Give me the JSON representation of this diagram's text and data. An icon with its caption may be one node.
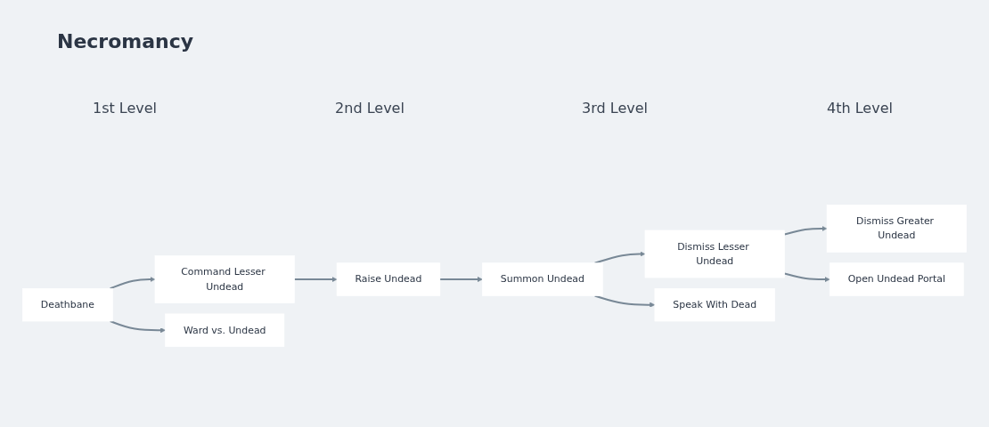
{
  "diagram": {
    "title": "Necromancy",
    "nodes": [
      {
        "text": [
          "Deathbane"
        ]
      },
      {
        "text": [
          "Command Lesser Undead"
        ]
      },
      {
        "text": [
          "Ward vs. Undead"
        ]
      },
      {
        "text": [
          "Raise Undead"
        ]
      },
      {
        "text": [
          "Summon Undead"
        ]
      },
      {
        "text": [
          "Dismiss Lesser Undead"
        ]
      },
      {
        "text": [
          "Speak With Dead"
        ]
      },
      {
        "text": [
          "Dismiss Greater Undead"
        ]
      },
      {
        "text": [
          "Open Undead Portal"
        ]
      }
    ],
    "edges": [
      {
        "from": 0,
        "to": 1,
        "arrow": "to"
      },
      {
        "from": 0,
        "to": 2,
        "arrow": "to"
      },
      {
        "from": 1,
        "to": 3,
        "arrow": "to"
      },
      {
        "from": 3,
        "to": 4,
        "arrow": "to"
      },
      {
        "from": 4,
        "to": 5,
        "arrow": "to"
      },
      {
        "from": 4,
        "to": 6,
        "arrow": "to"
      },
      {
        "from": 5,
        "to": 7,
        "arrow": "to"
      },
      {
        "from": 5,
        "to": 8,
        "arrow": "to"
      }
    ],
    "labels": [
      "1st Level",
      "2nd Level",
      "3rd Level",
      "4th Level"
    ]
  }
}
